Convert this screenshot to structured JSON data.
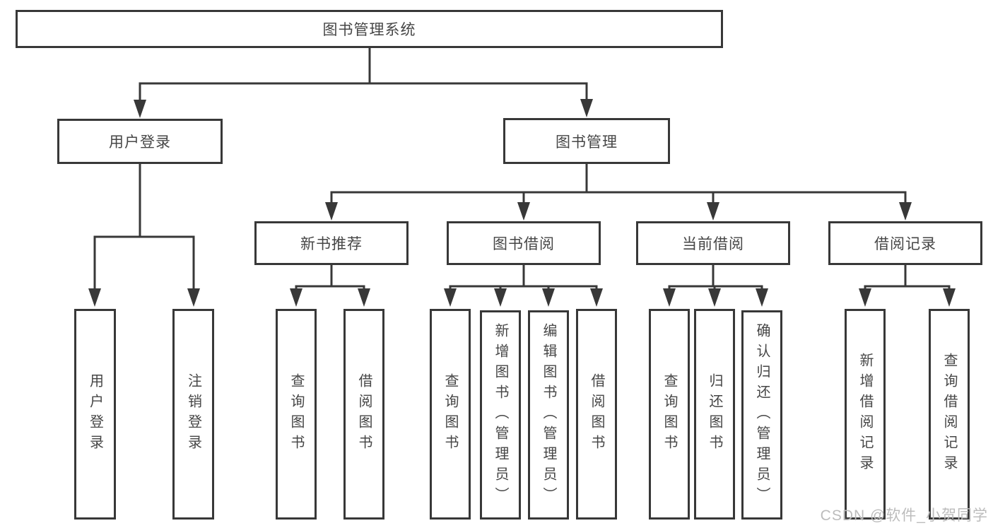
{
  "tree": {
    "root": {
      "label": "图书管理系统"
    },
    "branches": [
      {
        "label": "用户登录",
        "children": [
          {
            "label": "用户登录"
          },
          {
            "label": "注销登录"
          }
        ]
      },
      {
        "label": "图书管理",
        "children": [
          {
            "label": "新书推荐",
            "children": [
              {
                "label": "查询图书"
              },
              {
                "label": "借阅图书"
              }
            ]
          },
          {
            "label": "图书借阅",
            "children": [
              {
                "label": "查询图书"
              },
              {
                "label": "新增图书（管理员）"
              },
              {
                "label": "编辑图书（管理员）"
              },
              {
                "label": "借阅图书"
              }
            ]
          },
          {
            "label": "当前借阅",
            "children": [
              {
                "label": "查询图书"
              },
              {
                "label": "归还图书"
              },
              {
                "label": "确认归还（管理员）"
              }
            ]
          },
          {
            "label": "借阅记录",
            "children": [
              {
                "label": "新增借阅记录"
              },
              {
                "label": "查询借阅记录"
              }
            ]
          }
        ]
      }
    ]
  },
  "watermark": {
    "text": "CSDN @软件_小贺同学"
  },
  "colors": {
    "line": "#383838",
    "text": "#464646",
    "background": "#ffffff",
    "watermark": "#bcbcbc"
  }
}
